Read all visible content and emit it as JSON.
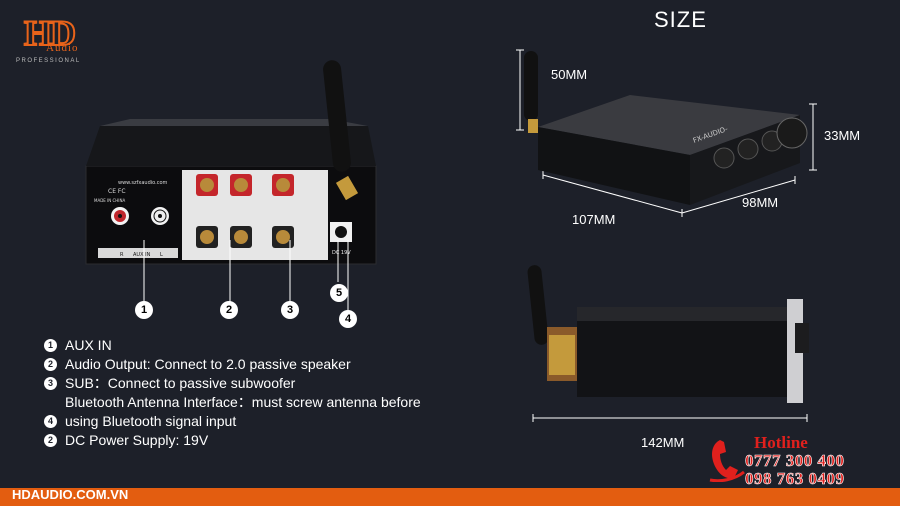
{
  "logo": {
    "hd": "HD",
    "audio": "Audio",
    "professional": "PROFESSIONAL"
  },
  "size_title": "SIZE",
  "rear_panel": {
    "website": "www.szfxaudio.com",
    "ce_fcc": "CE FC",
    "made_in": "MADE IN CHINA",
    "aux_labels": [
      "R",
      "AUX IN",
      "L"
    ],
    "dc_label": "DC 19V"
  },
  "callouts": [
    "1",
    "2",
    "3",
    "4",
    "5"
  ],
  "descriptions": [
    {
      "num": "1",
      "text": "AUX IN"
    },
    {
      "num": "2",
      "text": "Audio Output: Connect to 2.0 passive speaker"
    },
    {
      "num": "3",
      "text": "SUB：Connect to passive subwoofer\nBluetooth Antenna Interface：must screw antenna before"
    },
    {
      "num": "4",
      "text": "using Bluetooth signal input"
    },
    {
      "num": "2",
      "text": "DC Power Supply: 19V"
    }
  ],
  "dimensions": {
    "antenna": "50MM",
    "height": "33MM",
    "length": "107MM",
    "width": "98MM",
    "side_length": "142MM"
  },
  "front_brand": "FX-AUDIO-",
  "footer": {
    "url": "HDAUDIO.COM.VN"
  },
  "hotline": {
    "title": "Hotline",
    "phones": [
      "0777 300 400",
      "098 763 0409"
    ]
  },
  "colors": {
    "background": "#1d2029",
    "accent": "#e35d10",
    "hotline": "#e0201d"
  }
}
